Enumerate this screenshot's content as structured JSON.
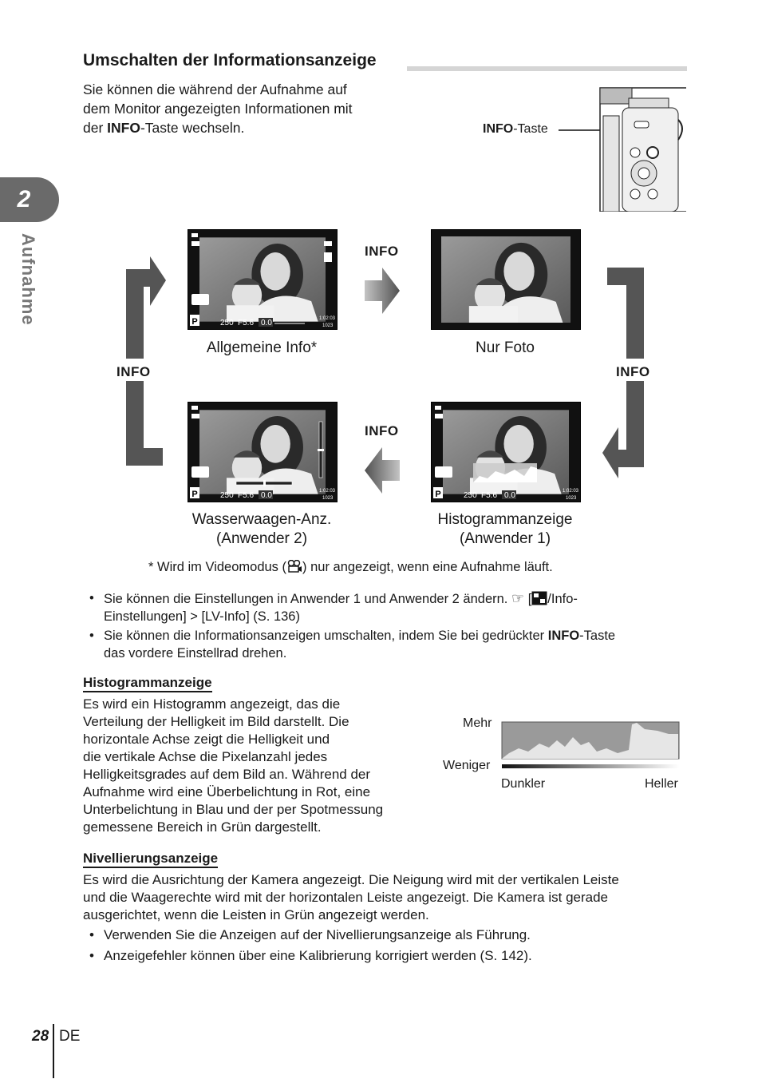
{
  "section_title": "Umschalten der Informationsanzeige",
  "intro": {
    "line1": "Sie können die während der Aufnahme auf",
    "line2": "dem Monitor angezeigten Informationen mit",
    "line3_before": "der ",
    "line3_bold": "INFO",
    "line3_after": "-Taste wechseln."
  },
  "camera_label": {
    "bold": "INFO",
    "rest": "-Taste"
  },
  "chapter": {
    "number": "2",
    "label": "Aufnahme"
  },
  "info_tag": "INFO",
  "screens": {
    "top_left": "Allgemeine Info*",
    "top_right": "Nur Foto",
    "bottom_left_line1": "Wasserwaagen-Anz.",
    "bottom_left_line2": "(Anwender 2)",
    "bottom_right_line1": "Histogrammanzeige",
    "bottom_right_line2": "(Anwender 1)"
  },
  "screen_overlay": {
    "mode": "P",
    "shutter": "250",
    "aperture": "F5.6",
    "ev": "0.0",
    "time": "1:02:03",
    "count": "1023"
  },
  "footnote": {
    "before": "*  Wird im Videomodus (",
    "after": ") nur angezeigt, wenn eine Aufnahme läuft."
  },
  "bullets": [
    {
      "a": "Sie können die Einstellungen in Anwender 1 und Anwender 2 ändern. ",
      "ref": "☞",
      "b": " [",
      "c": "/Info-",
      "d": "Einstellungen] > [LV-Info] (S. 136)"
    },
    {
      "a": "Sie können die Informationsanzeigen umschalten, indem Sie bei gedrückter ",
      "bold": "INFO",
      "b": "-Taste",
      "c": "das vordere Einstellrad drehen."
    }
  ],
  "histogram_section": {
    "heading": "Histogrammanzeige",
    "lines": [
      "Es wird ein Histogramm angezeigt, das die",
      "Verteilung der Helligkeit im Bild darstellt. Die",
      "horizontale Achse zeigt die Helligkeit und",
      "die vertikale Achse die Pixelanzahl jedes",
      "Helligkeitsgrades auf dem Bild an. Während der",
      "Aufnahme wird eine Überbelichtung in Rot, eine",
      "Unterbelichtung in Blau und der per Spotmessung",
      "gemessene Bereich in Grün dargestellt."
    ],
    "label_more": "Mehr",
    "label_less": "Weniger",
    "label_dark": "Dunkler",
    "label_bright": "Heller"
  },
  "level_section": {
    "heading": "Nivellierungsanzeige",
    "lines": [
      "Es wird die Ausrichtung der Kamera angezeigt. Die Neigung wird mit der vertikalen Leiste",
      "und die Waagerechte wird mit der horizontalen Leiste angezeigt. Die Kamera ist gerade",
      "ausgerichtet, wenn die Leisten in Grün angezeigt werden."
    ],
    "bullets": [
      "Verwenden Sie die Anzeigen auf der Nivellierungsanzeige als Führung.",
      "Anzeigefehler können über eine Kalibrierung korrigiert werden (S. 142)."
    ]
  },
  "page": {
    "number": "28",
    "lang": "DE"
  },
  "colors": {
    "arrow_dark": "#555555",
    "arrow_light": "#9a9a9a",
    "tab": "#6a6a6a"
  }
}
